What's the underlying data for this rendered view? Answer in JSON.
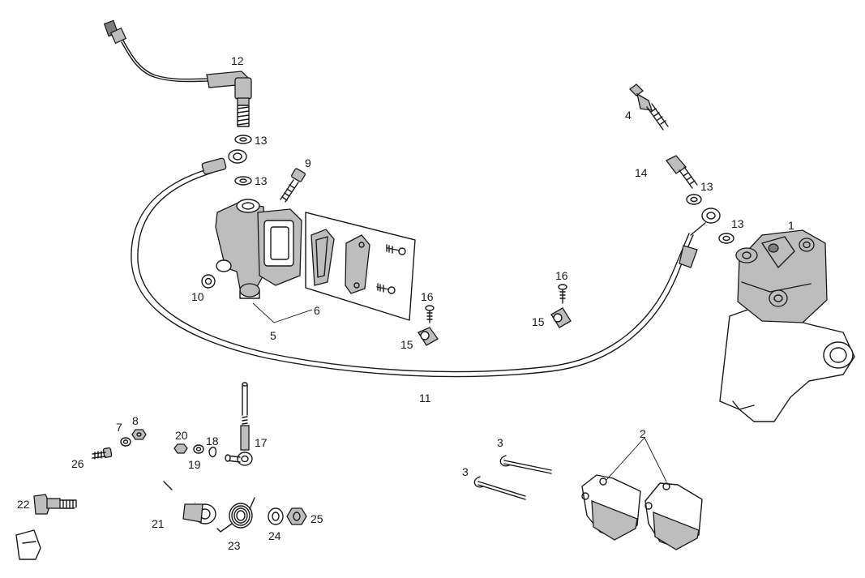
{
  "callouts": {
    "c1": "1",
    "c2": "2",
    "c3a": "3",
    "c3b": "3",
    "c4": "4",
    "c5": "5",
    "c6": "6",
    "c7": "7",
    "c8": "8",
    "c9": "9",
    "c10": "10",
    "c11": "11",
    "c12": "12",
    "c13a": "13",
    "c13b": "13",
    "c13c": "13",
    "c13d": "13",
    "c14": "14",
    "c15a": "15",
    "c15b": "15",
    "c16a": "16",
    "c16b": "16",
    "c17": "17",
    "c18": "18",
    "c19": "19",
    "c20": "20",
    "c21": "21",
    "c22": "22",
    "c23": "23",
    "c24": "24",
    "c25": "25",
    "c26": "26"
  },
  "colors": {
    "ink": "#1a1a1a",
    "part_fill": "#bdbdbd",
    "part_shadow": "#7d7d7d",
    "background": "#ffffff"
  }
}
